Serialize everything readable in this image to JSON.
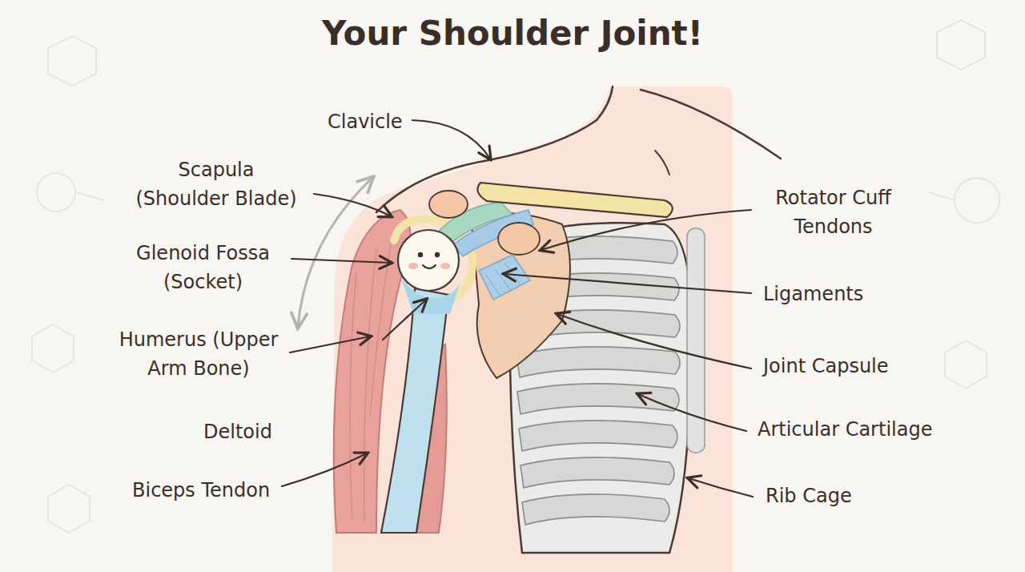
{
  "diagram": {
    "title": "Your Shoulder Joint!",
    "labels": [
      "Clavicle",
      "Scapula (Shoulder Blade)",
      "Glenoid Fossa (Socket)",
      "Humerus (Upper Arm Bone)",
      "Deltoid",
      "Biceps Tendon",
      "Rotator Cuff Tendons",
      "Ligaments",
      "Joint Capsule",
      "Articular Cartilage",
      "Rib Cage"
    ]
  }
}
